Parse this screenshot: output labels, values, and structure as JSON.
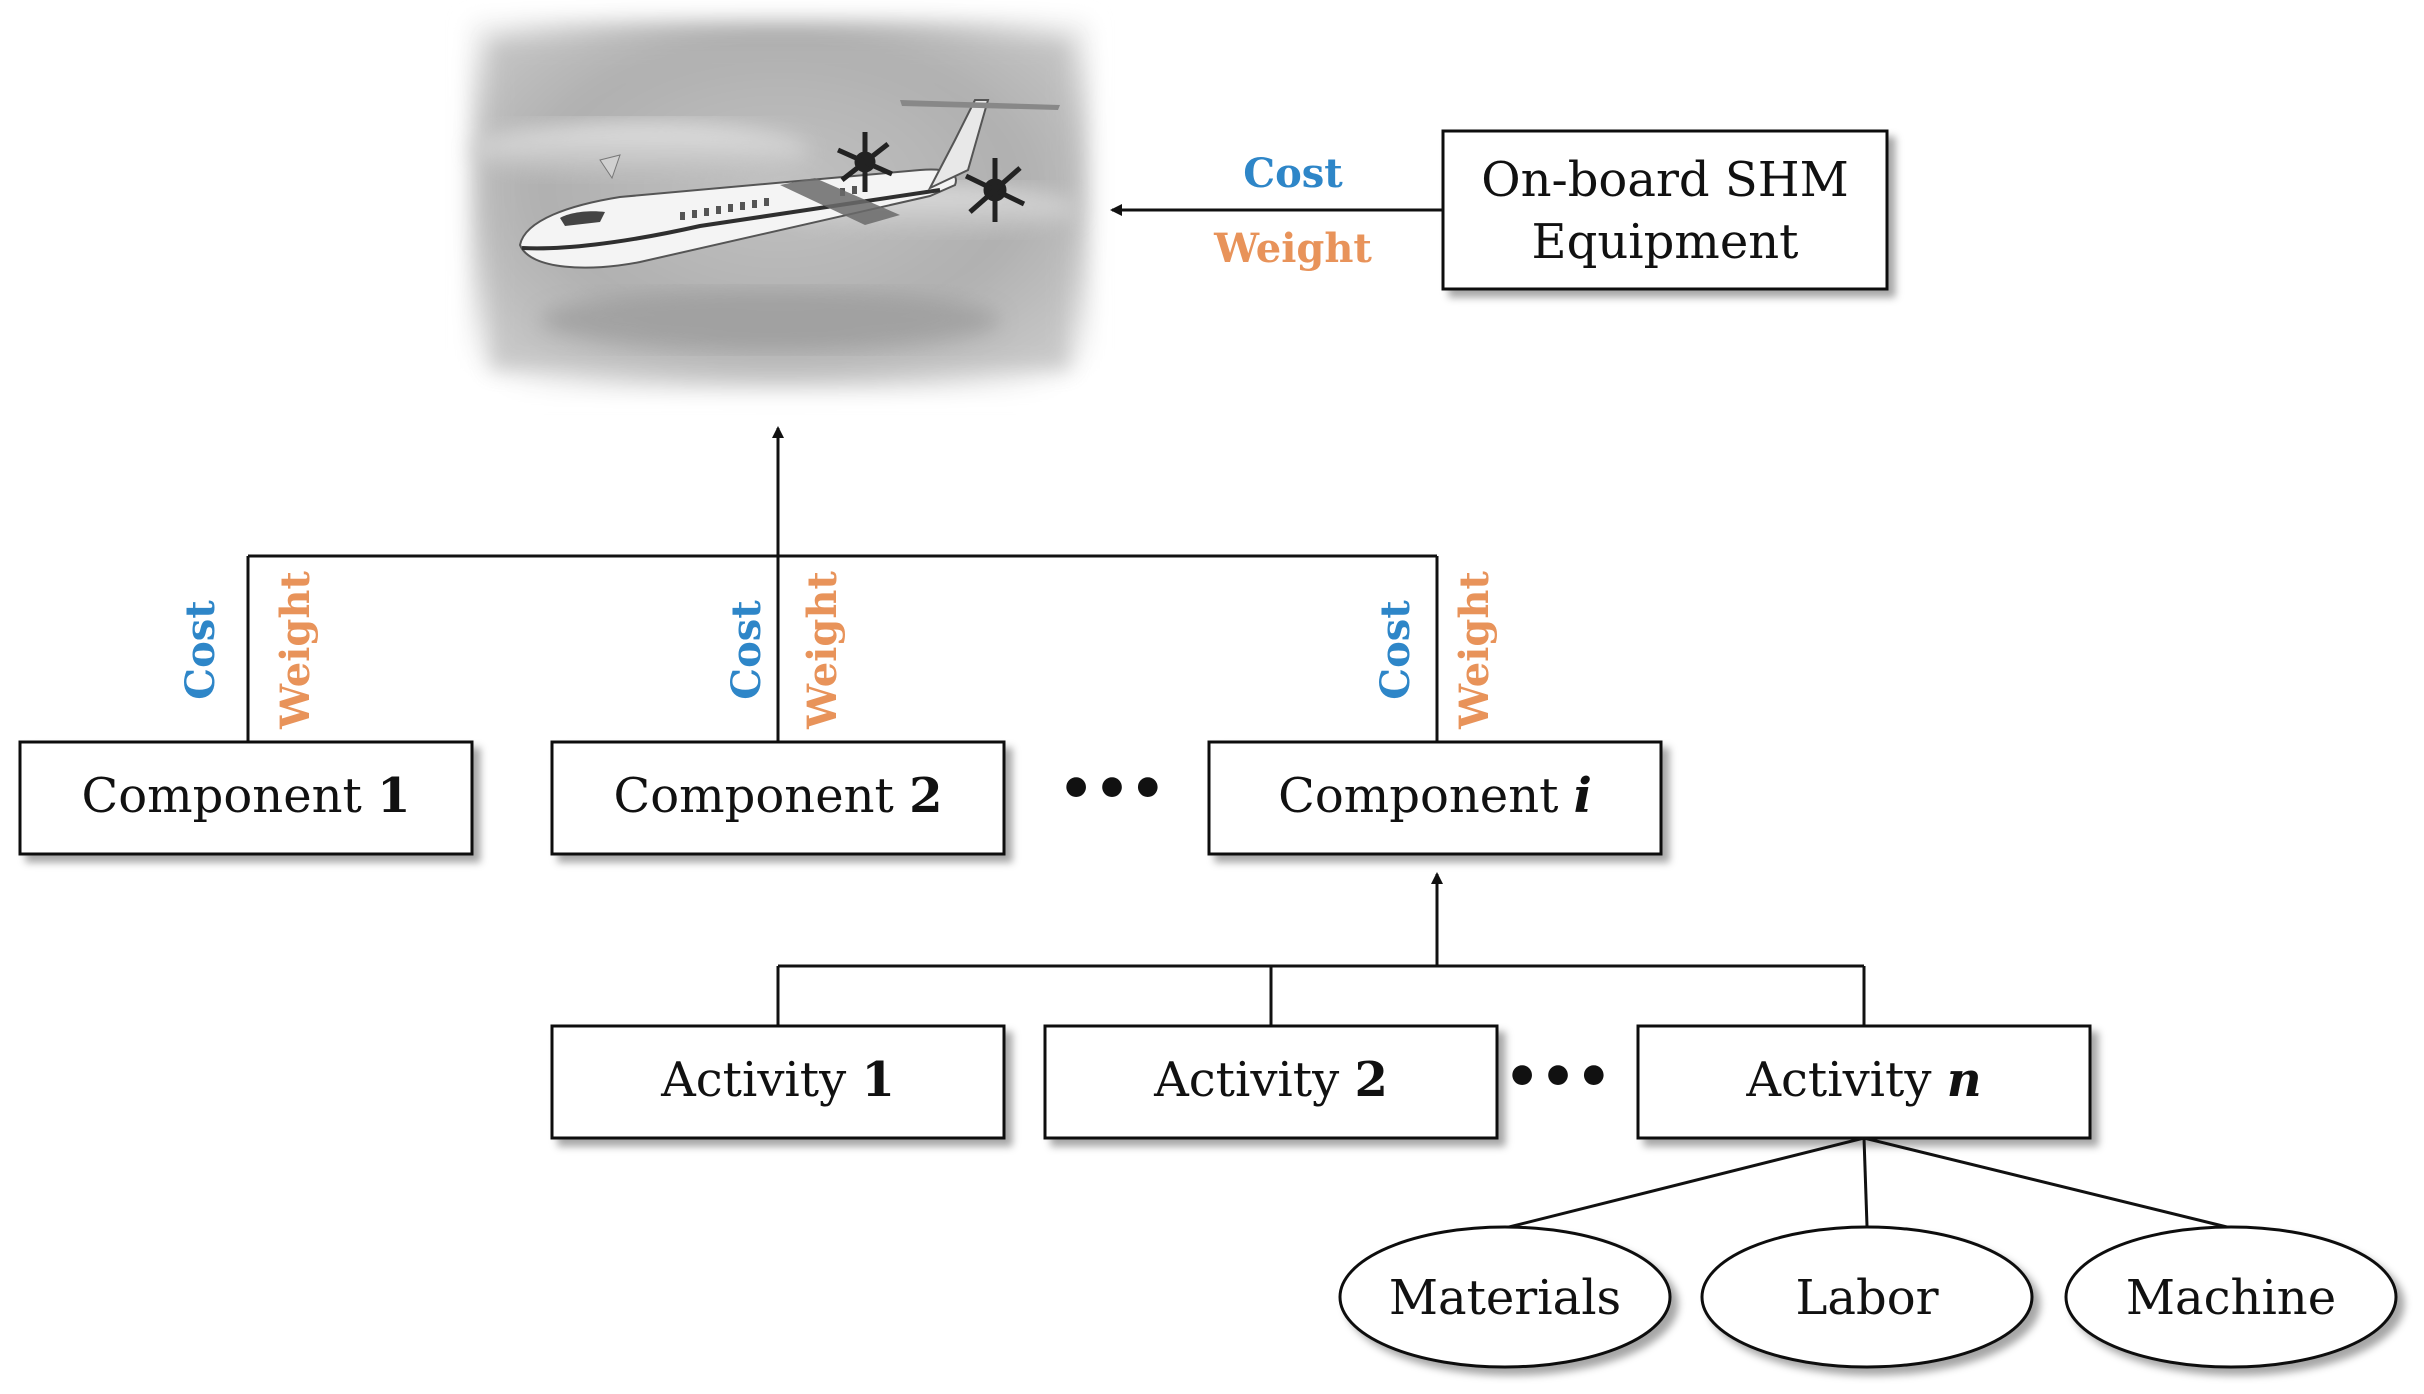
{
  "colors": {
    "cost": "#2E86C8",
    "weight": "#E8935A",
    "line": "#111111"
  },
  "aircraft": {
    "icon": "aircraft-photo-icon"
  },
  "shm": {
    "line1": "On-board SHM",
    "line2": "Equipment"
  },
  "labels": {
    "cost": "Cost",
    "weight": "Weight"
  },
  "components": [
    {
      "prefix": "Component ",
      "index": "1"
    },
    {
      "prefix": "Component ",
      "index": "2"
    },
    {
      "prefix": "Component ",
      "index": "i"
    }
  ],
  "activities": [
    {
      "prefix": "Activity ",
      "index": "1"
    },
    {
      "prefix": "Activity ",
      "index": "2"
    },
    {
      "prefix": "Activity ",
      "index": "n"
    }
  ],
  "resources": [
    "Materials",
    "Labor",
    "Machine"
  ],
  "ellipsis": "•••"
}
